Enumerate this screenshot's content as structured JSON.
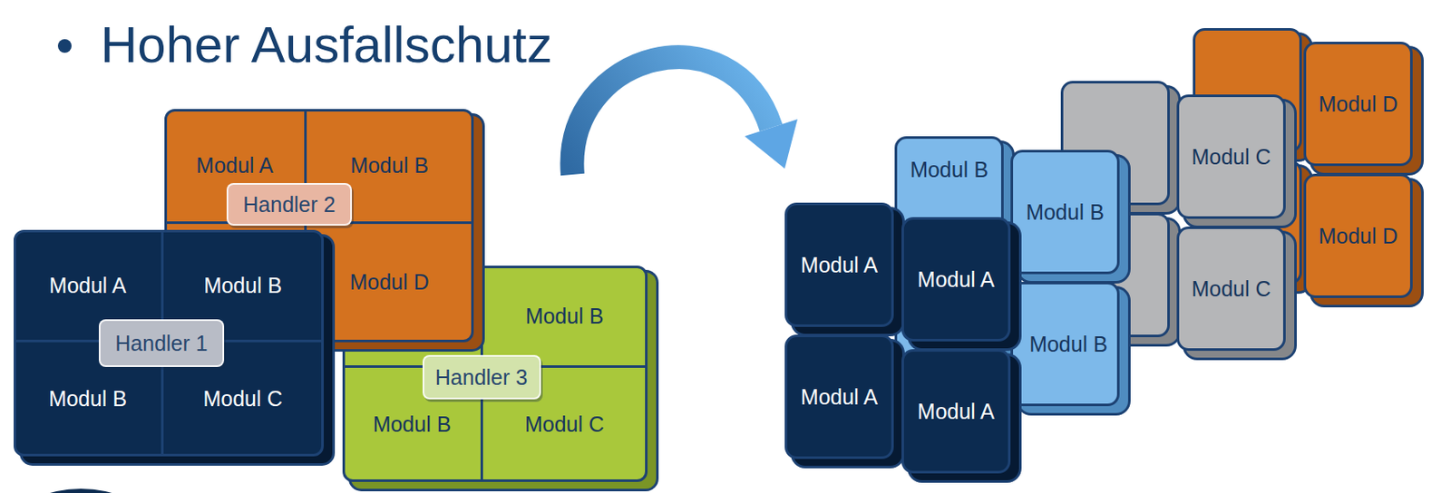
{
  "diagram": {
    "title": "Hoher Ausfallschutz",
    "nodes": [
      {
        "text": [
          "Modul B"
        ]
      },
      {
        "text": [
          "Modul B"
        ]
      },
      {
        "text": [
          "Modul C"
        ]
      },
      {
        "text": [
          "Handler 3"
        ]
      },
      {
        "text": [
          "Modul A"
        ]
      },
      {
        "text": [
          "Modul B"
        ]
      },
      {
        "text": [
          "Modul D"
        ]
      },
      {
        "text": [
          "Handler 2"
        ]
      },
      {
        "text": [
          "Modul A"
        ]
      },
      {
        "text": [
          "Modul B"
        ]
      },
      {
        "text": [
          "Modul B"
        ]
      },
      {
        "text": [
          "Modul C"
        ]
      },
      {
        "text": [
          "Handler 1"
        ]
      },
      {
        "text": [
          "Modul D"
        ]
      },
      {
        "text": [
          "Modul D"
        ]
      },
      {
        "text": [
          "Modul C"
        ]
      },
      {
        "text": [
          "Modul C"
        ]
      },
      {
        "text": [
          "Modul B"
        ]
      },
      {
        "text": [
          "Modul B"
        ]
      },
      {
        "text": [
          "Modul B"
        ]
      },
      {
        "text": [
          "Modul A"
        ]
      },
      {
        "text": [
          "Modul A"
        ]
      },
      {
        "text": [
          "Modul A"
        ]
      },
      {
        "text": [
          "Modul A"
        ]
      }
    ]
  }
}
